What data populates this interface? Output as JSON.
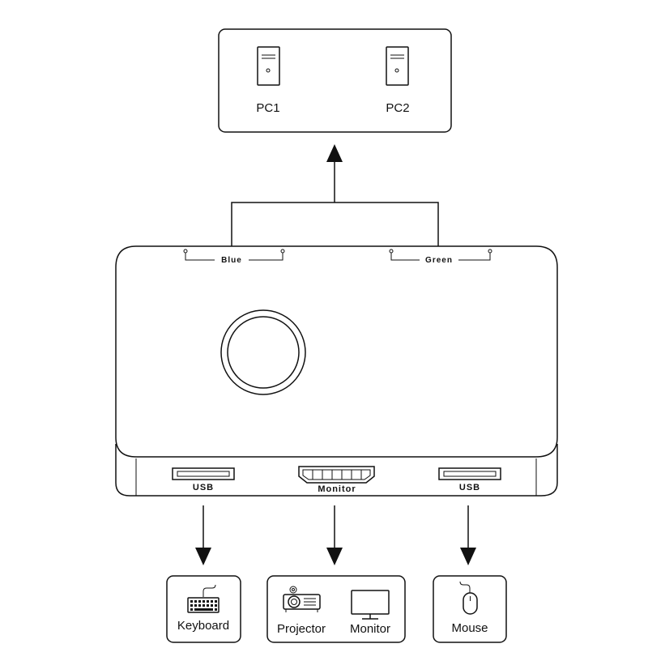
{
  "pcs": {
    "pc1_label": "PC1",
    "pc2_label": "PC2"
  },
  "switch": {
    "left_indicator_label": "Blue",
    "right_indicator_label": "Green",
    "left_usb_label": "USB",
    "hdmi_label": "Monitor",
    "right_usb_label": "USB"
  },
  "devices": {
    "keyboard_label": "Keyboard",
    "projector_label": "Projector",
    "monitor_label": "Monitor",
    "mouse_label": "Mouse"
  },
  "icons": {
    "pc": "pc-tower-icon",
    "keyboard": "keyboard-icon",
    "projector": "projector-icon",
    "monitor": "monitor-icon",
    "mouse": "mouse-icon",
    "button": "switch-button-icon"
  },
  "colors": {
    "line": "#111111",
    "background": "#ffffff"
  }
}
